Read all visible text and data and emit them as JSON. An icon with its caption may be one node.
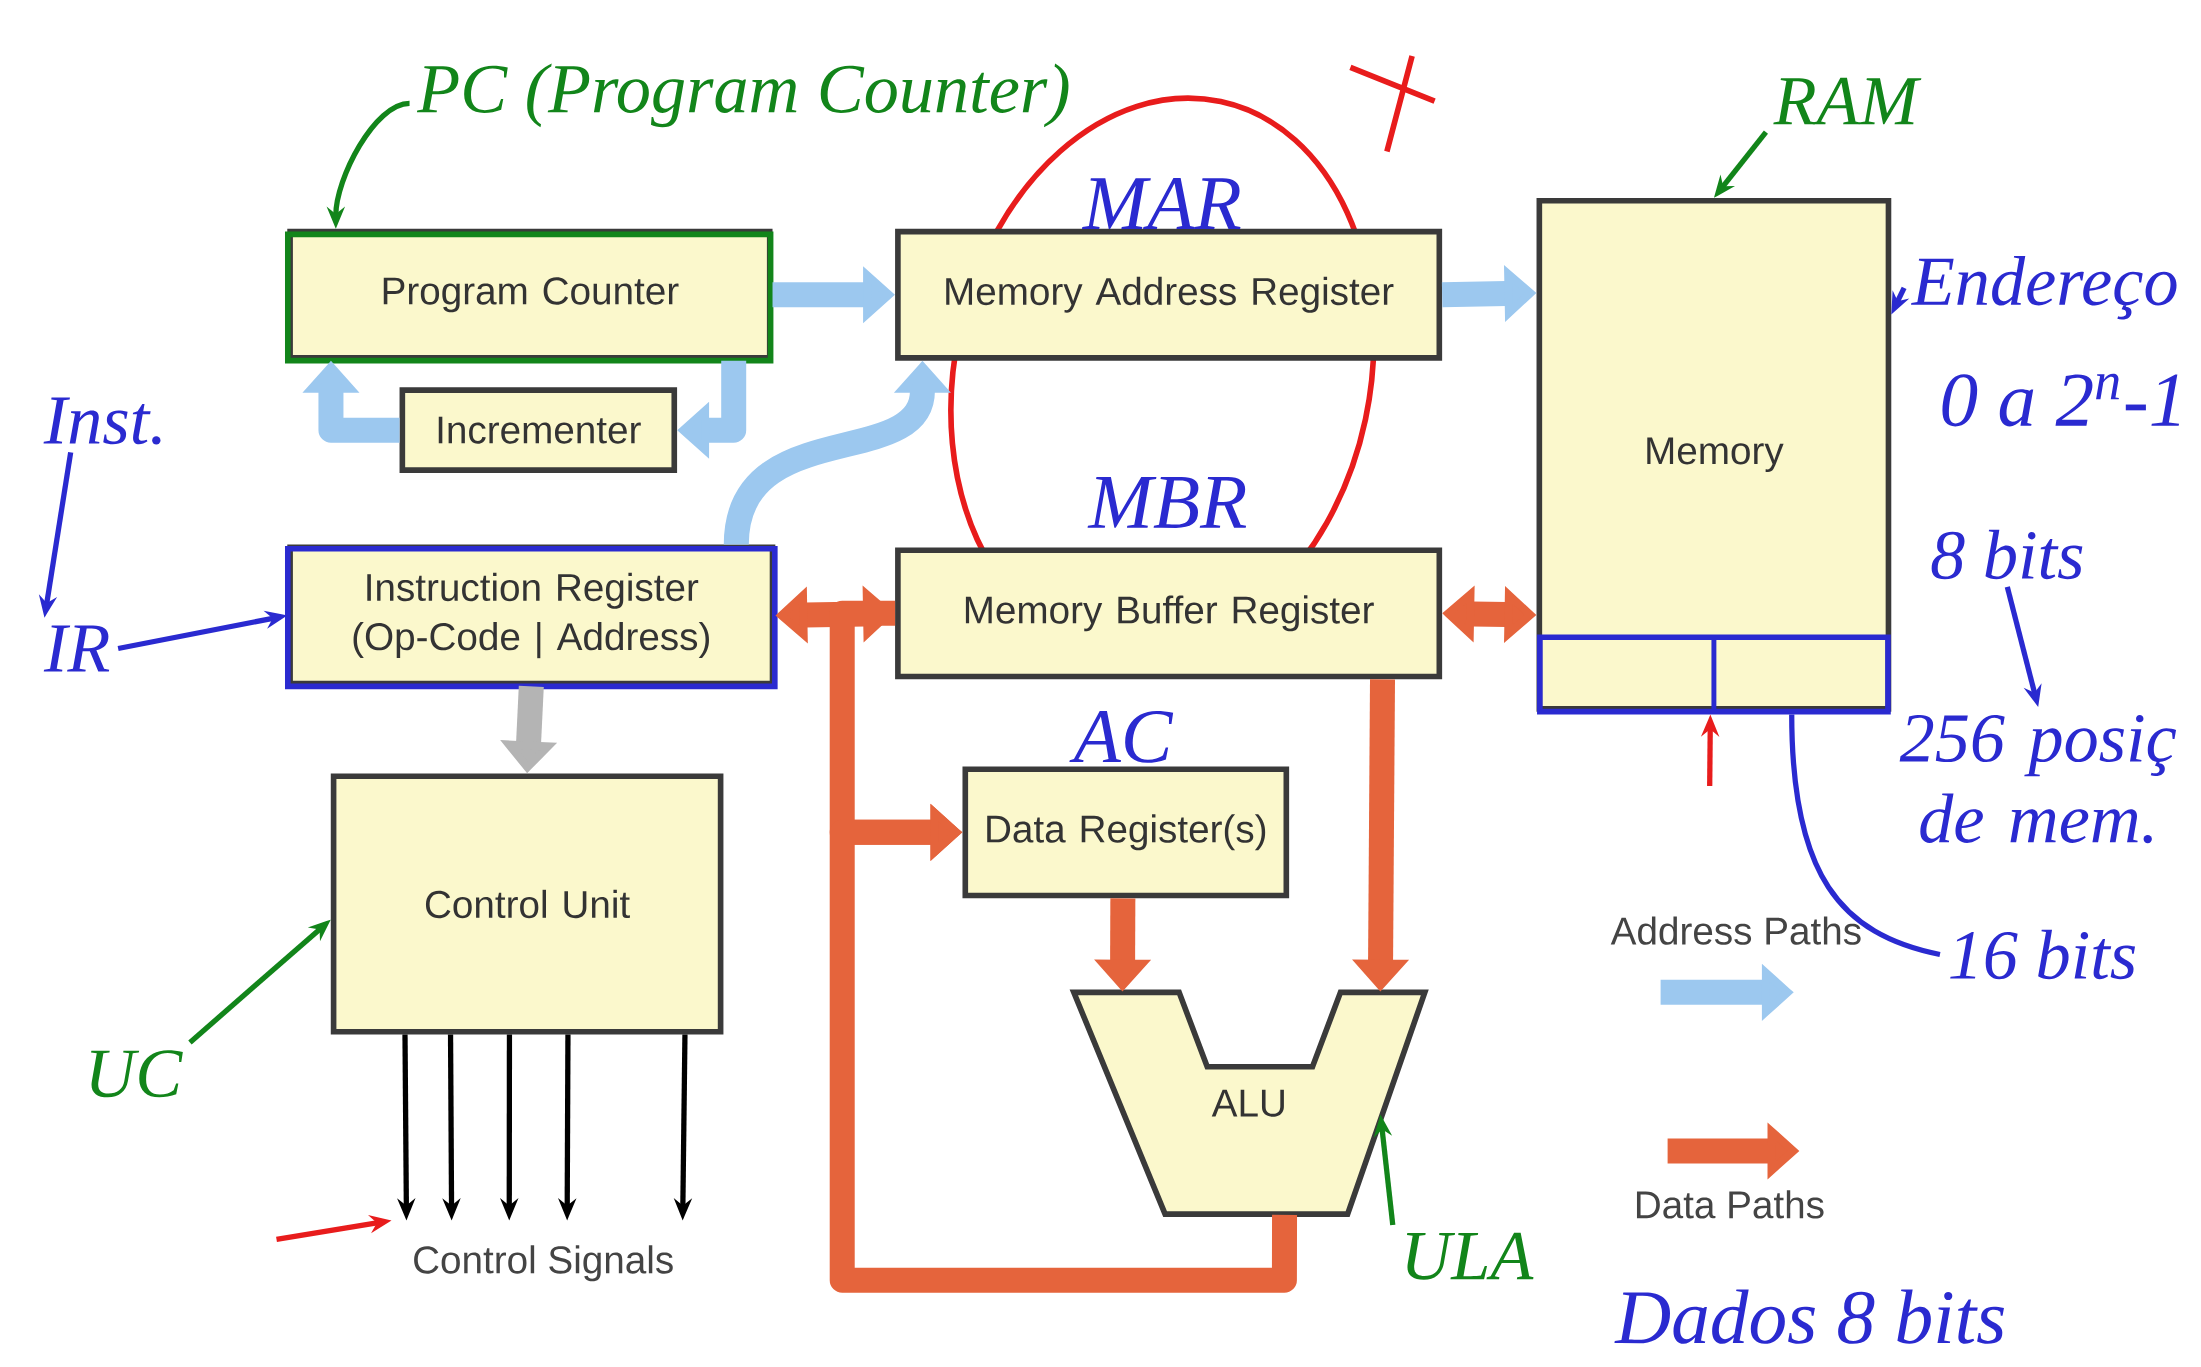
{
  "diagram": {
    "nodes": [
      {
        "text": [
          "PC (Program Counter)"
        ]
      },
      {
        "text": [
          "RAM"
        ]
      },
      {
        "text": [
          "Program Counter"
        ]
      },
      {
        "text": [
          "Memory Address Register"
        ],
        "beside": [
          "MAR"
        ]
      },
      {
        "text": [
          "Memory"
        ]
      },
      {
        "text": [],
        "shape": "box",
        "in": 4
      },
      {
        "text": [
          "Endereço"
        ]
      },
      {
        "text": [
          "Incrementer"
        ]
      },
      {
        "text": [
          "Inst."
        ]
      },
      {
        "text": [
          "IR"
        ]
      },
      {
        "text": [
          "Instruction Register (Op-Code | Address)"
        ]
      },
      {
        "text": [
          "Memory Buffer Register"
        ],
        "beside": [
          "MBR"
        ]
      },
      {
        "text": [
          "Data Register(s)"
        ],
        "beside": [
          "AC"
        ]
      },
      {
        "text": [
          "8 bits"
        ]
      },
      {
        "text": [
          "256 posiç de mem."
        ]
      },
      {
        "text": [
          "Control Unit"
        ]
      },
      {
        "text": [
          "ALU"
        ]
      },
      {
        "text": [
          "UC"
        ]
      },
      {
        "text": [
          "ULA"
        ]
      },
      {
        "text": [
          "16 bits"
        ]
      },
      {
        "text": [
          "Control Signals"
        ]
      }
    ],
    "edges": [
      {
        "from": 2,
        "to": 3,
        "arrow": "to",
        "style": "thick",
        "color": "#9cc8ef"
      },
      {
        "from": 3,
        "to": 4,
        "arrow": "to",
        "style": "thick",
        "color": "#9cc8ef"
      },
      {
        "from": 2,
        "to": 7,
        "arrow": "to",
        "style": "thick",
        "color": "#9cc8ef"
      },
      {
        "from": 7,
        "to": 2,
        "arrow": "to",
        "style": "thick",
        "color": "#9cc8ef"
      },
      {
        "from": 10,
        "to": 3,
        "arrow": "to",
        "style": "thick",
        "color": "#9cc8ef"
      },
      {
        "from": 10,
        "to": 15,
        "arrow": "to",
        "style": "thick",
        "color": "#b4b4b4"
      },
      {
        "from": 10,
        "to": 11,
        "arrow": "both",
        "style": "thick",
        "color": "#e5643c"
      },
      {
        "from": 11,
        "to": 4,
        "arrow": "both",
        "style": "thick",
        "color": "#e5643c"
      },
      {
        "from": 11,
        "to": 12,
        "arrow": "to",
        "style": "thick",
        "color": "#e5643c"
      },
      {
        "from": 16,
        "to": 12,
        "arrow": "to",
        "style": "thick",
        "color": "#e5643c"
      },
      {
        "from": 11,
        "to": 16,
        "arrow": "to",
        "style": "thick",
        "color": "#e5643c"
      },
      {
        "from": 12,
        "to": 16,
        "arrow": "to",
        "style": "thick",
        "color": "#e5643c"
      },
      {
        "from": 15,
        "to": 20,
        "arrow": "to",
        "color": "#000000"
      },
      {
        "from": 15,
        "to": 20,
        "arrow": "to",
        "color": "#000000"
      },
      {
        "from": 15,
        "to": 20,
        "arrow": "to",
        "color": "#000000"
      },
      {
        "from": 15,
        "to": 20,
        "arrow": "to",
        "color": "#000000"
      },
      {
        "from": 15,
        "to": 20,
        "arrow": "to",
        "color": "#000000"
      },
      {
        "from": 0,
        "to": 2,
        "arrow": "to",
        "color": "#12851a"
      },
      {
        "from": 1,
        "to": 4,
        "arrow": "to",
        "color": "#12851a"
      },
      {
        "from": 8,
        "to": 9,
        "arrow": "to",
        "color": "#2a2ad0"
      },
      {
        "from": 9,
        "to": 10,
        "arrow": "to",
        "color": "#2a2ad0"
      },
      {
        "from": 6,
        "to": 4,
        "arrow": "to",
        "color": "#2a2ad0"
      },
      {
        "from": 13,
        "to": 14,
        "arrow": "to",
        "color": "#2a2ad0"
      },
      {
        "from": 5,
        "to": 19,
        "arrow": "none",
        "color": "#2a2ad0"
      },
      {
        "from": 17,
        "to": 15,
        "arrow": "to",
        "color": "#12851a"
      },
      {
        "from": 18,
        "to": 16,
        "arrow": "to",
        "color": "#12851a"
      },
      {
        "from": null,
        "to": 20,
        "arrow": "to",
        "color": "#e81c1c"
      },
      {
        "from": null,
        "to": 5,
        "arrow": "to",
        "color": "#e81c1c"
      }
    ],
    "labels": [
      "0 a 2$^{n}$-1",
      "Dados 8 bits"
    ],
    "legend": [
      {
        "text": "Address Paths"
      },
      {
        "text": "Data Paths"
      }
    ]
  }
}
